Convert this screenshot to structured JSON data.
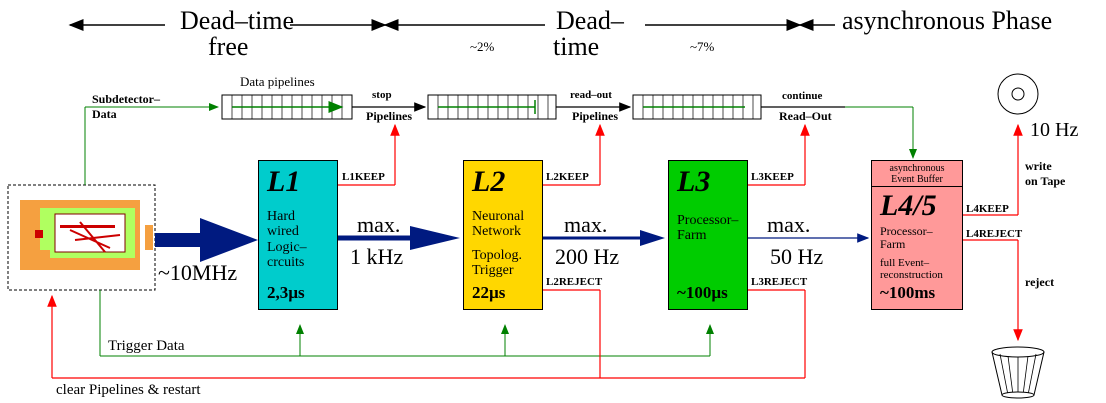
{
  "phases": {
    "free_line1": "Dead–time",
    "free_line2": "free",
    "dead_line1": "Dead–",
    "dead_line2": "time",
    "async": "asynchronous Phase",
    "pct_a": "~2%",
    "pct_b": "~7%"
  },
  "inputs": {
    "subdetector": "Subdetector–",
    "data": "Data",
    "pipelines": "Data pipelines",
    "rate": "~10MHz"
  },
  "pipeline_labels": {
    "stop": "stop",
    "pipelines1": "Pipelines",
    "readout": "read–out",
    "pipelines2": "Pipelines",
    "continue": "continue",
    "readout2": "Read–Out"
  },
  "levels": [
    {
      "name": "L1",
      "desc": [
        "Hard",
        "wired",
        "Logic–",
        "crcuits"
      ],
      "time": "2,3µs",
      "keep": "L1KEEP",
      "color": "#00cccc"
    },
    {
      "name": "L2",
      "desc": [
        "Neuronal",
        "Network",
        "",
        "Topolog.",
        "Trigger"
      ],
      "time": "22µs",
      "keep": "L2KEEP",
      "reject": "L2REJECT",
      "color": "#ffd700"
    },
    {
      "name": "L3",
      "desc": [
        "Processor–",
        "Farm"
      ],
      "time": "~100µs",
      "keep": "L3KEEP",
      "reject": "L3REJECT",
      "color": "#00cc00"
    },
    {
      "name": "L4/5",
      "top": [
        "asynchronous",
        "Event Buffer"
      ],
      "desc": [
        "Processor–",
        "Farm",
        "",
        "full Event–",
        "reconstruction"
      ],
      "time": "~100ms",
      "keep": "L4KEEP",
      "reject": "L4REJECT",
      "color": "#ff9999"
    }
  ],
  "rates": {
    "r1a": "max.",
    "r1b": "1 kHz",
    "r2a": "max.",
    "r2b": "200 Hz",
    "r3a": "max.",
    "r3b": "50 Hz"
  },
  "output": {
    "tape_rate": "10 Hz",
    "write1": "write",
    "write2": "on Tape",
    "reject": "reject"
  },
  "feedback": {
    "trigger_data": "Trigger Data",
    "clear": "clear Pipelines & restart"
  },
  "colors": {
    "red": "#ff0000",
    "green": "#008000",
    "navy": "#001a80"
  }
}
